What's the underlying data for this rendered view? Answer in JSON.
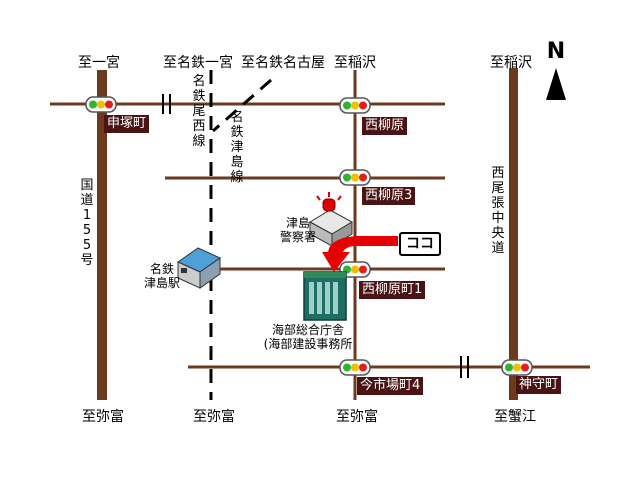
{
  "directions": {
    "top_ichinomiya": "至一宮",
    "top_meitetsu_ichinomiya": "至名鉄一宮",
    "top_meitetsu_nagoya": "至名鉄名古屋",
    "top_inazawa_left": "至稲沢",
    "top_inazawa_right": "至稲沢",
    "bottom_yatomi_1": "至弥富",
    "bottom_yatomi_2": "至弥富",
    "bottom_yatomi_3": "至弥富",
    "bottom_kanie": "至蟹江"
  },
  "roads": {
    "route155": "国\n道\n1\n5\n5\n号",
    "nishio_chuo": "西\n尾\n張\n中\n央\n道"
  },
  "railways": {
    "bisai_line": "名\n鉄\n尾\n西\n線",
    "tsushima_line": "名\n鉄\n津\n島\n線"
  },
  "intersections": {
    "shintsukacho": "申塚町",
    "nishiyanagihara": "西柳原",
    "nishiyanagihara3": "西柳原3",
    "nishiyanagiharacho1": "西柳原町1",
    "imaichibacho4": "今市場町4",
    "jinmoricho": "神守町"
  },
  "landmarks": {
    "police": "津島\n警察署",
    "station": "名鉄\n津島駅",
    "office": "海部総合庁舎\n(海部建設事務所"
  },
  "marker": {
    "text": "ココ"
  },
  "compass": {
    "label": "N"
  },
  "colors": {
    "road": "#6b3a1f",
    "label_bg": "#4a1414",
    "arrow": "#e60000",
    "building_top": "#2e8b57",
    "building_body": "#1f6e66"
  }
}
